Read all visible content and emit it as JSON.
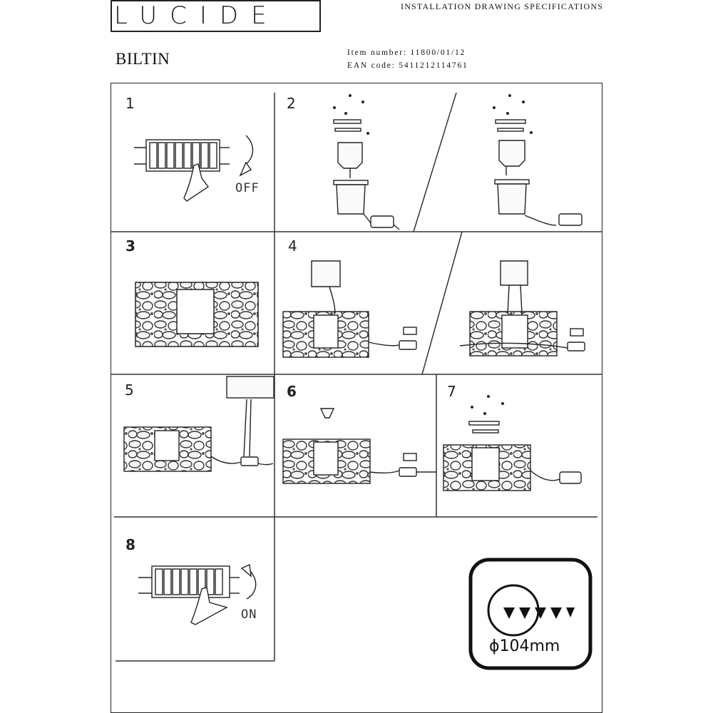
{
  "header": {
    "brand": "LUCIDE",
    "doc_title": "INSTALLATION DRAWING SPECIFICATIONS",
    "product": "BILTIN",
    "item_number": "Item number: 11800/01/12",
    "ean_code": "EAN code: 5411212114761"
  },
  "steps": [
    "1",
    "2",
    "3",
    "4",
    "5",
    "6",
    "7",
    "8"
  ],
  "captions": {
    "off": "OFF",
    "on": "ON"
  },
  "spec": {
    "diameter": "ϕ104mm"
  }
}
